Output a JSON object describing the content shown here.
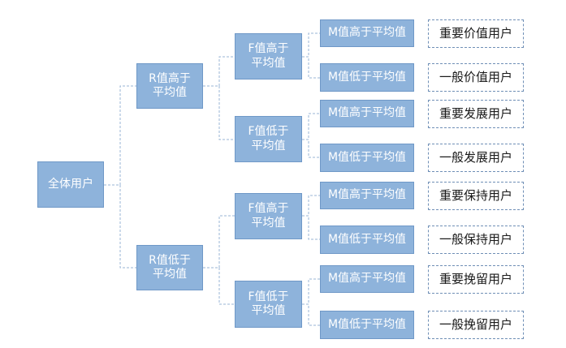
{
  "root": {
    "label": "全体用户"
  },
  "r_nodes": [
    {
      "label": "R值高于\n平均值"
    },
    {
      "label": "R值低于\n平均值"
    }
  ],
  "f_nodes": [
    {
      "label": "F值高于\n平均值"
    },
    {
      "label": "F值低于\n平均值"
    },
    {
      "label": "F值高于\n平均值"
    },
    {
      "label": "F值低于\n平均值"
    }
  ],
  "m_nodes": [
    {
      "label": "M值高于平均值"
    },
    {
      "label": "M值低于平均值"
    },
    {
      "label": "M值高于平均值"
    },
    {
      "label": "M值低于平均值"
    },
    {
      "label": "M值高于平均值"
    },
    {
      "label": "M值低于平均值"
    },
    {
      "label": "M值高于平均值"
    },
    {
      "label": "M值低于平均值"
    }
  ],
  "segments": [
    {
      "label": "重要价值用户"
    },
    {
      "label": "一般价值用户"
    },
    {
      "label": "重要发展用户"
    },
    {
      "label": "一般发展用户"
    },
    {
      "label": "重要保持用户"
    },
    {
      "label": "一般保持用户"
    },
    {
      "label": "重要挽留用户"
    },
    {
      "label": "一般挽留用户"
    }
  ]
}
